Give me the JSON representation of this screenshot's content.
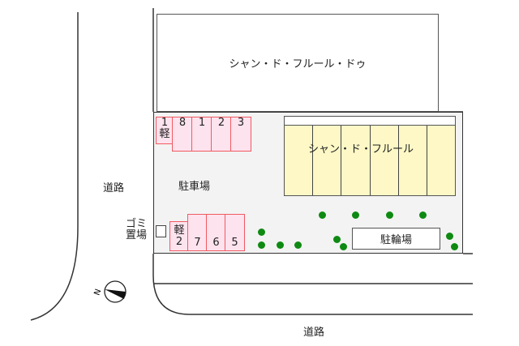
{
  "map": {
    "buildings": {
      "north_building": "シャン・ド・フルール・ドゥ",
      "main_building": "シャン・ド・フルール",
      "main_building_units": 6
    },
    "parking": {
      "label": "駐車場",
      "top_row": [
        {
          "number": "1",
          "type": "軽"
        },
        {
          "number": "8",
          "type": ""
        },
        {
          "number": "1",
          "type": ""
        },
        {
          "number": "2",
          "type": ""
        },
        {
          "number": "3",
          "type": ""
        }
      ],
      "bottom_row": [
        {
          "number": "2",
          "type": "軽"
        },
        {
          "number": "7",
          "type": ""
        },
        {
          "number": "6",
          "type": ""
        },
        {
          "number": "5",
          "type": ""
        }
      ]
    },
    "garbage_area": {
      "line1": "ゴミ",
      "line2": "置場"
    },
    "bicycle_parking": "駐輪場",
    "roads": {
      "west": "道路",
      "south": "道路"
    },
    "compass": {
      "north_label": "N"
    },
    "colors": {
      "parking_fill": "#fde3ee",
      "parking_border": "#f05a62",
      "building_fill": "#fdf8c6",
      "tree": "#0e8a12",
      "site_fill": "#f3f3f3"
    }
  }
}
